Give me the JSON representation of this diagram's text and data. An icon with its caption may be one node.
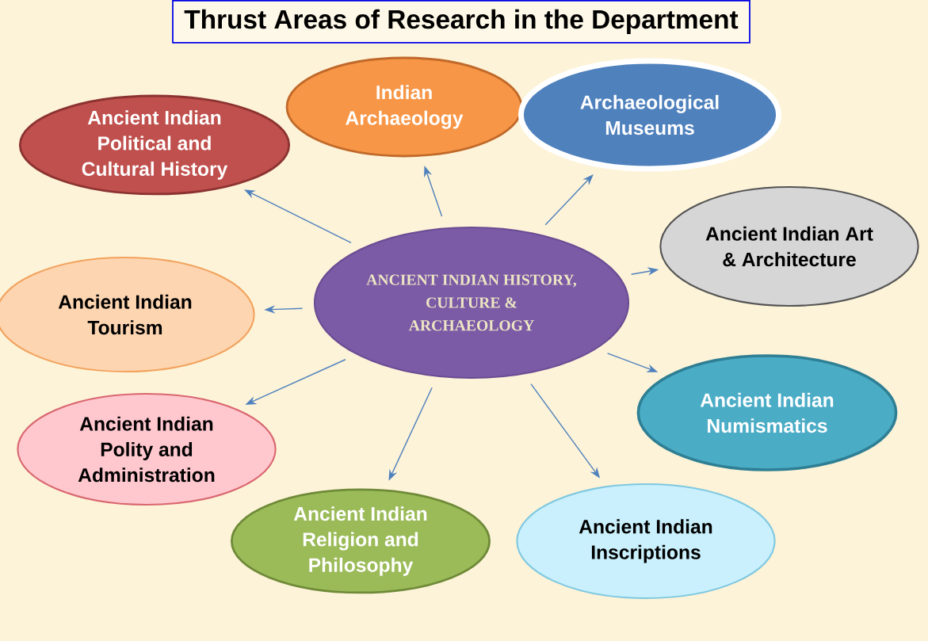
{
  "diagram": {
    "title": "Thrust Areas of Research in the Department",
    "nodes": [
      {
        "text": [
          "ANCIENT INDIAN HISTORY, CULTURE & ARCHAEOLOGY"
        ]
      },
      {
        "text": [
          "Indian Archaeology"
        ]
      },
      {
        "text": [
          "Archaeological Museums"
        ]
      },
      {
        "text": [
          "Ancient Indian Political and Cultural History"
        ]
      },
      {
        "text": [
          "Ancient Indian Art & Architecture"
        ]
      },
      {
        "text": [
          "Ancient Indian Tourism"
        ]
      },
      {
        "text": [
          "Ancient Indian Numismatics"
        ]
      },
      {
        "text": [
          "Ancient Indian Polity and Administration"
        ]
      },
      {
        "text": [
          "Ancient Indian Religion and Philosophy"
        ]
      },
      {
        "text": [
          "Ancient Indian Inscriptions"
        ]
      }
    ],
    "edges": [
      {
        "from": 0,
        "to": 1,
        "arrow": "to"
      },
      {
        "from": 0,
        "to": 2,
        "arrow": "to"
      },
      {
        "from": 0,
        "to": 3,
        "arrow": "to"
      },
      {
        "from": 0,
        "to": 4,
        "arrow": "to"
      },
      {
        "from": 0,
        "to": 5,
        "arrow": "to"
      },
      {
        "from": 0,
        "to": 6,
        "arrow": "to"
      },
      {
        "from": 0,
        "to": 7,
        "arrow": "to"
      },
      {
        "from": 0,
        "to": 8,
        "arrow": "to"
      },
      {
        "from": 0,
        "to": 9,
        "arrow": "to"
      }
    ]
  }
}
